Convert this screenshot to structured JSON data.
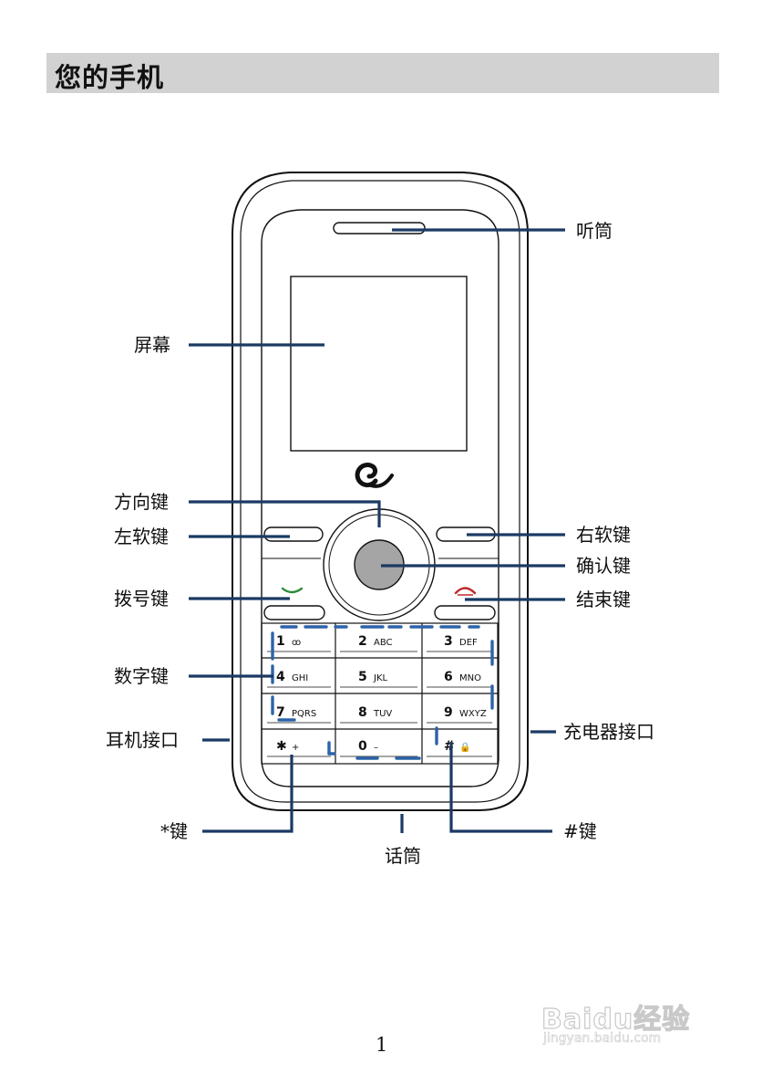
{
  "header": {
    "title": "您的手机"
  },
  "labels": {
    "earpiece": "听筒",
    "screen": "屏幕",
    "nav_key": "方向键",
    "left_soft_key": "左软键",
    "right_soft_key": "右软键",
    "ok_key": "确认键",
    "dial_key": "拨号键",
    "end_key": "结束键",
    "number_keys": "数字键",
    "headset_jack": "耳机接口",
    "charger_port": "充电器接口",
    "star_key": "*键",
    "hash_key": "#键",
    "microphone": "话筒"
  },
  "keypad": {
    "rows": [
      [
        {
          "digit": "1",
          "letters": "ꝏ"
        },
        {
          "digit": "2",
          "letters": "ABC"
        },
        {
          "digit": "3",
          "letters": "DEF"
        }
      ],
      [
        {
          "digit": "4",
          "letters": "GHI"
        },
        {
          "digit": "5",
          "letters": "JKL"
        },
        {
          "digit": "6",
          "letters": "MNO"
        }
      ],
      [
        {
          "digit": "7",
          "letters": "PQRS"
        },
        {
          "digit": "8",
          "letters": "TUV"
        },
        {
          "digit": "9",
          "letters": "WXYZ"
        }
      ],
      [
        {
          "digit": "✱",
          "letters": "+"
        },
        {
          "digit": "0",
          "letters": "–"
        },
        {
          "digit": "#",
          "letters": "🔒"
        }
      ]
    ]
  },
  "page_number": "1",
  "watermark": {
    "main": "Baidu经验",
    "sub": "jingyan.baidu.com"
  },
  "colors": {
    "callout": "#1b3a64",
    "key_highlight": "#2d63a8",
    "dial": "#2e8b3d",
    "end": "#c0282b",
    "title_bg": "#d2d2d2"
  }
}
